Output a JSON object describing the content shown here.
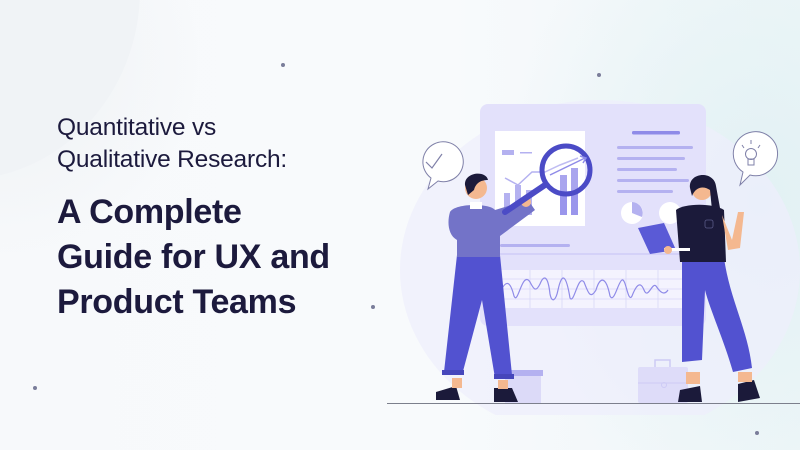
{
  "hero": {
    "subtitle_line1": "Quantitative vs",
    "subtitle_line2": "Qualitative Research:",
    "headline_line1": "A Complete",
    "headline_line2": "Guide for UX and",
    "headline_line3": "Product Teams"
  },
  "illustration": {
    "description": "Two people analyzing data on a large dashboard board",
    "icons": [
      "checkmark-speech-bubble-icon",
      "lightbulb-speech-bubble-icon",
      "magnifying-glass-icon",
      "laptop-icon",
      "briefcase-icon",
      "box-icon",
      "bar-chart-icon",
      "pie-chart-icon",
      "line-wave-chart-icon"
    ]
  },
  "colors": {
    "text_dark": "#1c1a3d",
    "accent_indigo": "#5454d4",
    "board_lavender": "#e3e1fb",
    "board_accent": "#a9a6ee",
    "background": "#f6f9fb"
  }
}
